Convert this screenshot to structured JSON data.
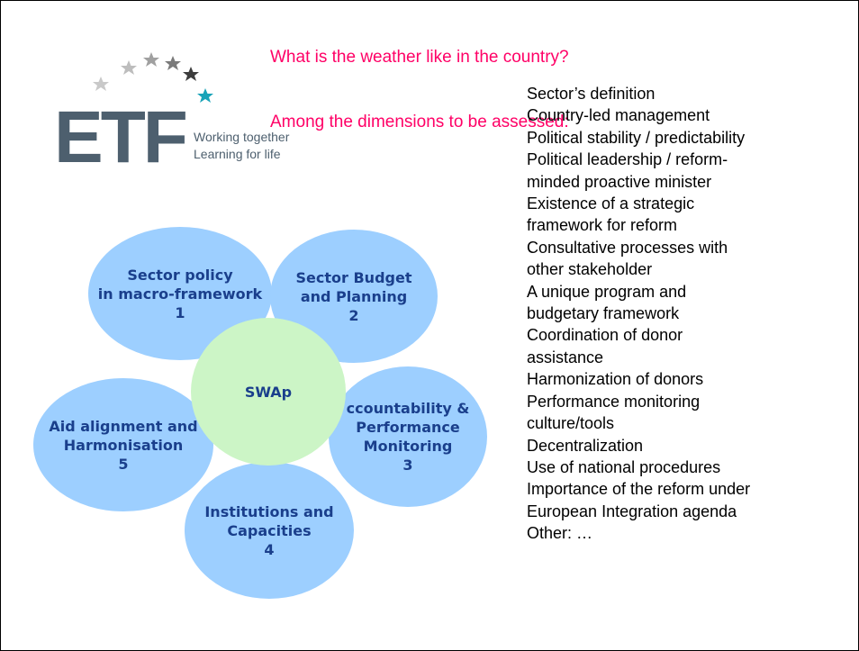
{
  "heading": {
    "line1": "What is the weather like in the country?",
    "line2": "Among the dimensions to be assessed:"
  },
  "logo": {
    "name": "ETF",
    "tagline_line1": "Working together",
    "tagline_line2": "Learning for life"
  },
  "swap": {
    "center": "SWAp",
    "petals": [
      {
        "label": "Sector policy\nin macro-framework\n1"
      },
      {
        "label": "Sector Budget\nand Planning\n2"
      },
      {
        "label": "ccountability &\nPerformance\nMonitoring\n3"
      },
      {
        "label": "Institutions and\nCapacities\n4"
      },
      {
        "label": "Aid alignment and\nHarmonisation\n5"
      }
    ]
  },
  "dimensions": [
    "Sector’s definition",
    "Country-led management",
    "Political stability / predictability",
    "Political leadership / reform-",
    "minded proactive minister",
    "Existence of a strategic",
    "framework for reform",
    "Consultative processes with",
    "other stakeholder",
    "A unique program and",
    "budgetary framework",
    "Coordination of donor",
    "assistance",
    "Harmonization of donors",
    "Performance monitoring",
    "culture/tools",
    "Decentralization",
    "Use of national procedures",
    "Importance of the reform under",
    "European Integration agenda",
    "Other: …"
  ],
  "colors": {
    "heading": "#ff0066",
    "petal": "#9dcfff",
    "center": "#ccf5c6",
    "petal_text": "#1a3f8c",
    "logo": "#4d5f6e",
    "star_accent": "#19a3b8"
  }
}
